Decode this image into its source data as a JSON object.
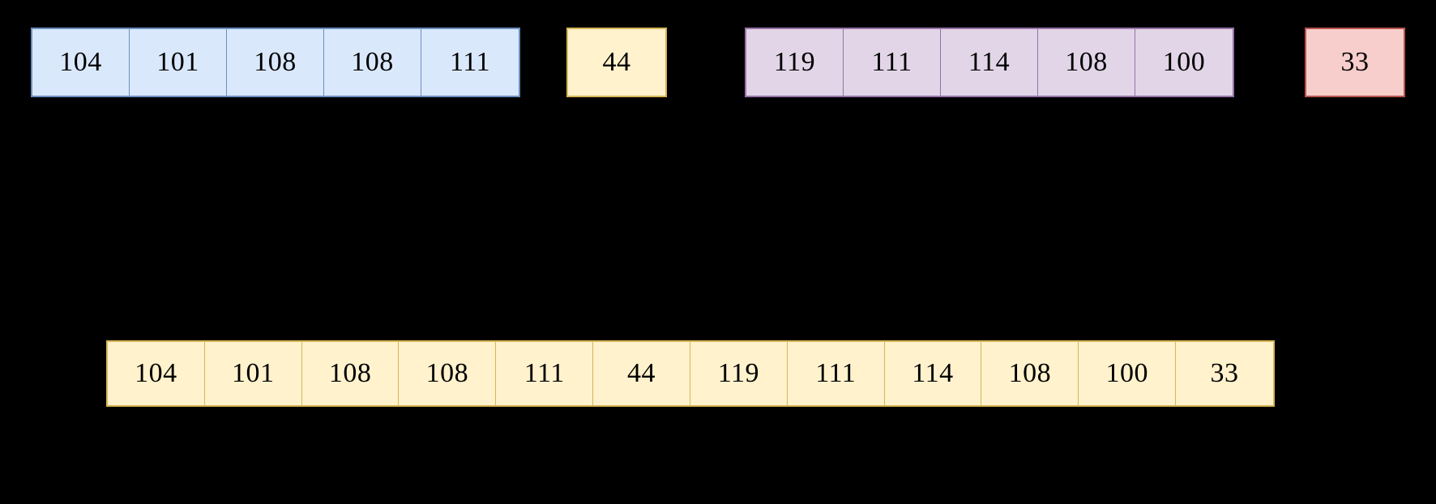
{
  "background_color": "#000000",
  "palette": {
    "blue_fill": "#dae8fc",
    "blue_stroke": "#6c8ebf",
    "yellow_fill": "#fff2cc",
    "yellow_stroke": "#d6b656",
    "purple_fill": "#e1d5e7",
    "purple_stroke": "#9673a6",
    "pink_fill": "#f8cecc",
    "pink_stroke": "#b85450"
  },
  "diagram": {
    "inputs": [
      {
        "name": "hello-bytes",
        "palette": "blue",
        "values": [
          "104",
          "101",
          "108",
          "108",
          "111"
        ]
      },
      {
        "name": "comma-byte",
        "palette": "yellow",
        "values": [
          "44"
        ]
      },
      {
        "name": "world-bytes",
        "palette": "purple",
        "values": [
          "119",
          "111",
          "114",
          "108",
          "100"
        ]
      },
      {
        "name": "bang-byte",
        "palette": "pink",
        "values": [
          "33"
        ]
      }
    ],
    "output": {
      "name": "concatenated-bytes",
      "palette": "yellow",
      "values": [
        "104",
        "101",
        "108",
        "108",
        "111",
        "44",
        "119",
        "111",
        "114",
        "108",
        "100",
        "33"
      ]
    }
  }
}
